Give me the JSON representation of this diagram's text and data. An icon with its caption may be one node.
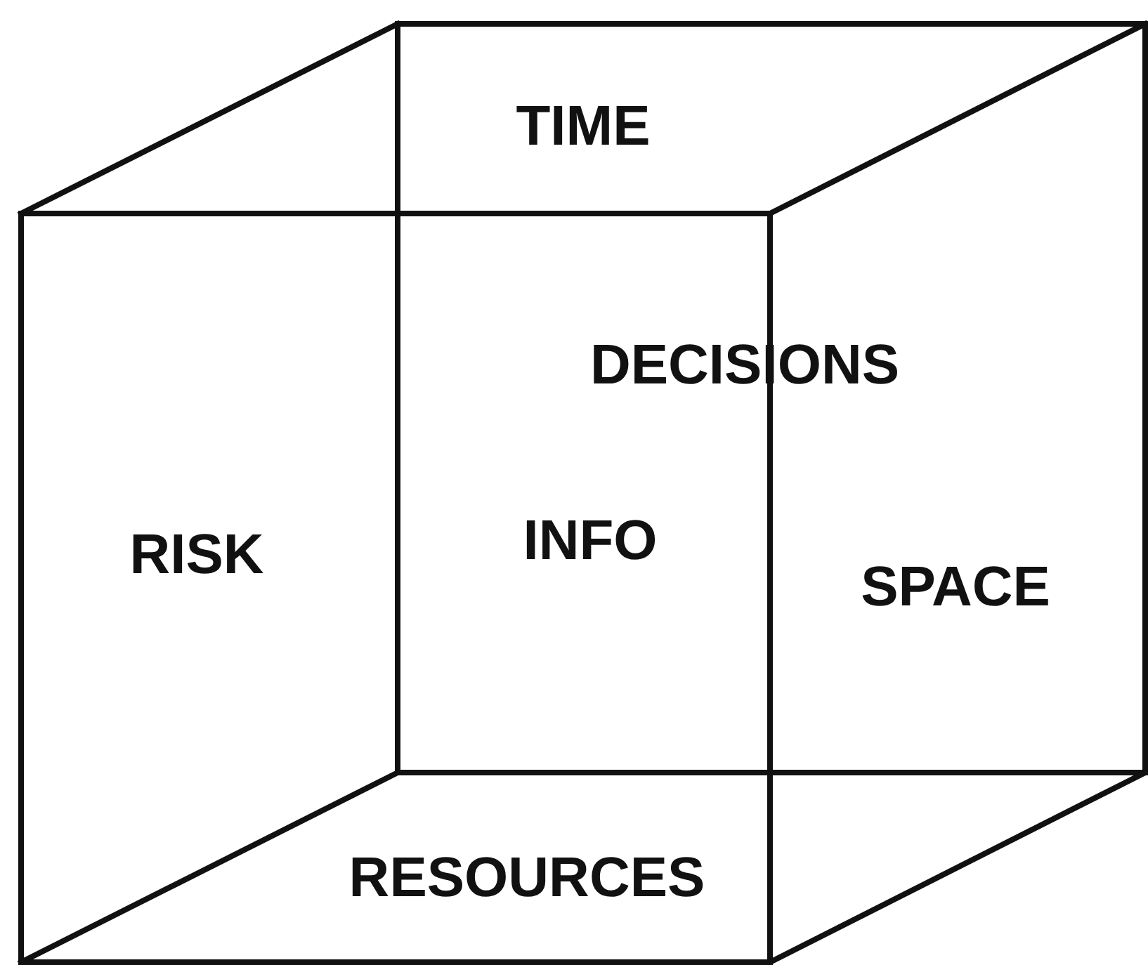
{
  "diagram": {
    "labels": [
      "TIME",
      "DECISIONS",
      "RISK",
      "INFO",
      "SPACE",
      "RESOURCES"
    ]
  }
}
